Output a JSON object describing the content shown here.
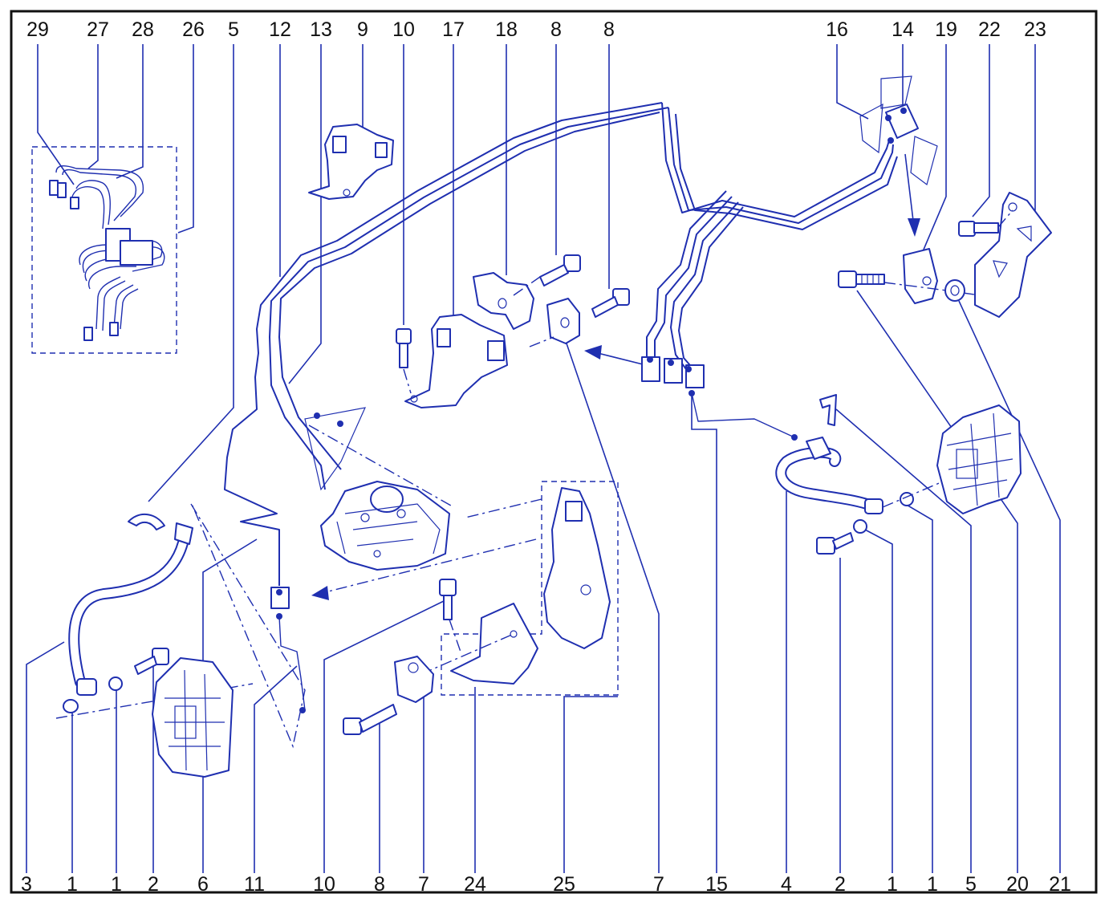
{
  "colors": {
    "line": "#1f2fb0",
    "frame": "#111111",
    "background": "#ffffff"
  },
  "callouts_top": [
    "29",
    "27",
    "28",
    "26",
    "5",
    "12",
    "13",
    "9",
    "10",
    "17",
    "18",
    "8",
    "8",
    "16",
    "14",
    "19",
    "22",
    "23"
  ],
  "callouts_bottom": [
    "3",
    "1",
    "1",
    "2",
    "6",
    "11",
    "10",
    "8",
    "7",
    "24",
    "25",
    "7",
    "15",
    "4",
    "2",
    "1",
    "1",
    "5",
    "20",
    "21"
  ]
}
